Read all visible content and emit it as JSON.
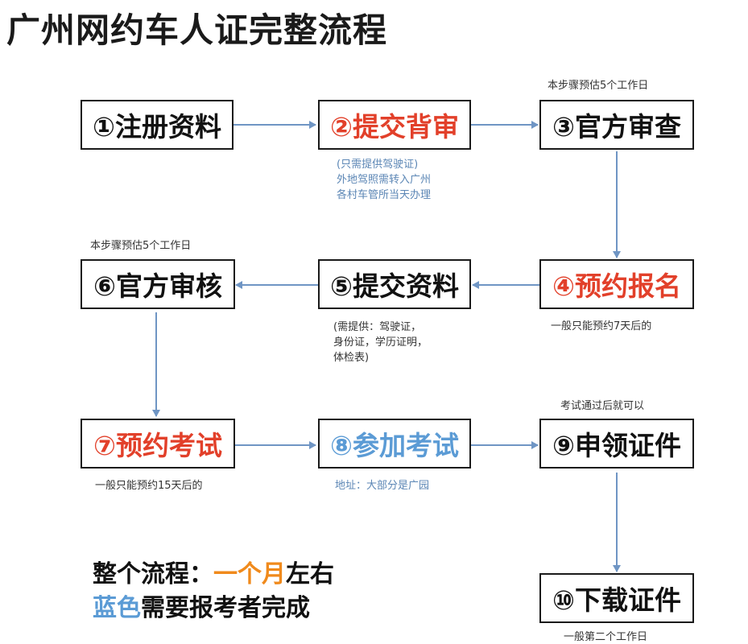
{
  "title": "广州网约车人证完整流程",
  "steps": [
    {
      "label": "①注册资料"
    },
    {
      "label": "②提交背审"
    },
    {
      "label": "③官方审查"
    },
    {
      "label": "④预约报名"
    },
    {
      "label": "⑤提交资料"
    },
    {
      "label": "⑥官方审核"
    },
    {
      "label": "⑦预约考试"
    },
    {
      "label": "⑧参加考试"
    },
    {
      "label": "⑨申领证件"
    },
    {
      "label": "⑩下载证件"
    }
  ],
  "notes": {
    "step2": [
      "(只需提供驾驶证)",
      "外地驾照需转入广州",
      "各村车管所当天办理"
    ],
    "step3_top": "本步骤预估5个工作日",
    "step4_bottom": "一般只能预约7天后的",
    "step5": [
      "(需提供：驾驶证，",
      "身份证，学历证明，",
      "体检表)"
    ],
    "step6_top": "本步骤预估5个工作日",
    "step7_bottom": "一般只能预约15天后的",
    "step8_bottom": "地址：大部分是广园",
    "step9_top": "考试通过后就可以",
    "step10_bottom": "一般第二个工作日"
  },
  "summary": {
    "line1_prefix": "整个流程：",
    "line1_highlight": "一个月",
    "line1_suffix": "左右",
    "line2_highlight": "蓝色",
    "line2_suffix": "需要报考者完成"
  },
  "colors": {
    "red": "#e2402a",
    "blue": "#5b9bd5",
    "orange": "#f08a1c",
    "arrow": "#6f95c4"
  }
}
